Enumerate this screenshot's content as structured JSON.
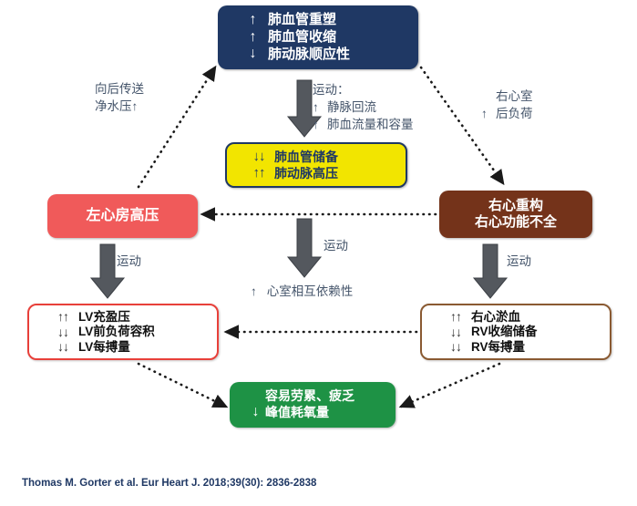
{
  "diagram": {
    "title_citation": "Thomas M. Gorter et al. Eur Heart J. 2018;39(30): 2836-2838",
    "colors": {
      "navy": "#1f3864",
      "yellow": "#f2e500",
      "pink": "#f05a5a",
      "brown": "#74331a",
      "green": "#1e9245",
      "lv_border": "#e8403a",
      "rv_border": "#8a5a32",
      "annotation_text": "#44546a",
      "arrow_gray": "#54585e"
    },
    "boxes": {
      "pulmonary_vascular": {
        "name": "肺血管重塑框",
        "lines": [
          {
            "arrows": "↑",
            "text": "肺血管重塑"
          },
          {
            "arrows": "↑",
            "text": "肺血管收缩"
          },
          {
            "arrows": "↓",
            "text": "肺动脉顺应性"
          }
        ]
      },
      "pulmonary_reserve": {
        "name": "肺血管储备框",
        "lines": [
          {
            "arrows": "↓↓",
            "text": "肺血管储备"
          },
          {
            "arrows": "↑↑",
            "text": "肺动脉高压"
          }
        ]
      },
      "left_atrium": {
        "name": "左心房高压框",
        "lines": [
          {
            "arrows": "",
            "text": "左心房高压"
          }
        ]
      },
      "right_heart": {
        "name": "右心重构框",
        "lines": [
          {
            "arrows": "",
            "text": "右心重构"
          },
          {
            "arrows": "",
            "text": "右心功能不全"
          }
        ]
      },
      "lv_outcomes": {
        "name": "左心室结果框",
        "lines": [
          {
            "arrows": "↑↑",
            "text": "LV充盈压"
          },
          {
            "arrows": "↓↓",
            "text": "LV前负荷容积"
          },
          {
            "arrows": "↓↓",
            "text": "LV每搏量"
          }
        ]
      },
      "rv_outcomes": {
        "name": "右心室结果框",
        "lines": [
          {
            "arrows": "↑↑",
            "text": "右心淤血"
          },
          {
            "arrows": "↓↓",
            "text": "RV收缩储备"
          },
          {
            "arrows": "↓↓",
            "text": "RV每搏量"
          }
        ]
      },
      "symptoms": {
        "name": "症状框",
        "lines": [
          {
            "arrows": "",
            "text": "容易劳累、疲乏"
          },
          {
            "arrows": "↓",
            "text": "峰值耗氧量"
          }
        ]
      }
    },
    "annotations": {
      "backward_transmission": {
        "line1": "向后传送",
        "line2": "净水压↑"
      },
      "exercise_center": {
        "heading": "运动：",
        "line1_arrow": "↑",
        "line1": "静脉回流",
        "line2_arrow": "↑",
        "line2": "肺血流量和容量"
      },
      "rv_afterload": {
        "line1": "右心室",
        "arrow": "↑",
        "line2": "后负荷"
      },
      "exercise_left": "运动",
      "exercise_center_label": "运动",
      "exercise_right": "运动",
      "ventricular_interdependence": {
        "arrow": "↑",
        "text": "心室相互依赖性"
      }
    }
  }
}
